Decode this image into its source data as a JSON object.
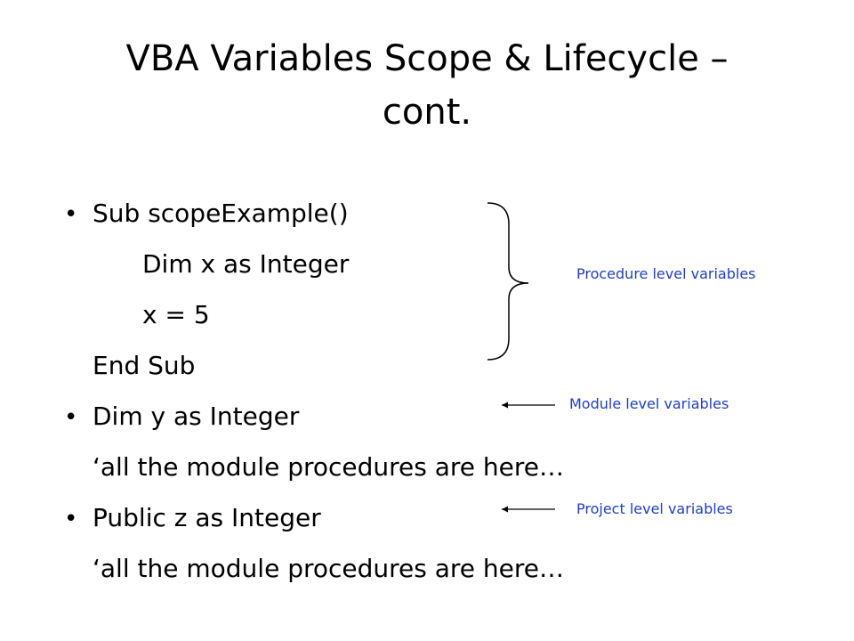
{
  "slide": {
    "title_line1": "VBA Variables Scope & Lifecycle –",
    "title_line2": "cont.",
    "bullet_glyph": "•",
    "code": {
      "sub_open": "Sub scopeExample()",
      "dim_x": "Dim x as Integer",
      "assign_x": "x = 5",
      "sub_close": "End Sub",
      "dim_y": "Dim y as Integer",
      "comment_1": "‘all the module procedures are here…",
      "public_z": "Public z as Integer",
      "comment_2": "‘all the module procedures are here…"
    },
    "annotations": {
      "procedure": "Procedure level variables",
      "module": "Module level variables",
      "project": "Project level variables"
    },
    "annotation_color": "#1f3fbf"
  }
}
